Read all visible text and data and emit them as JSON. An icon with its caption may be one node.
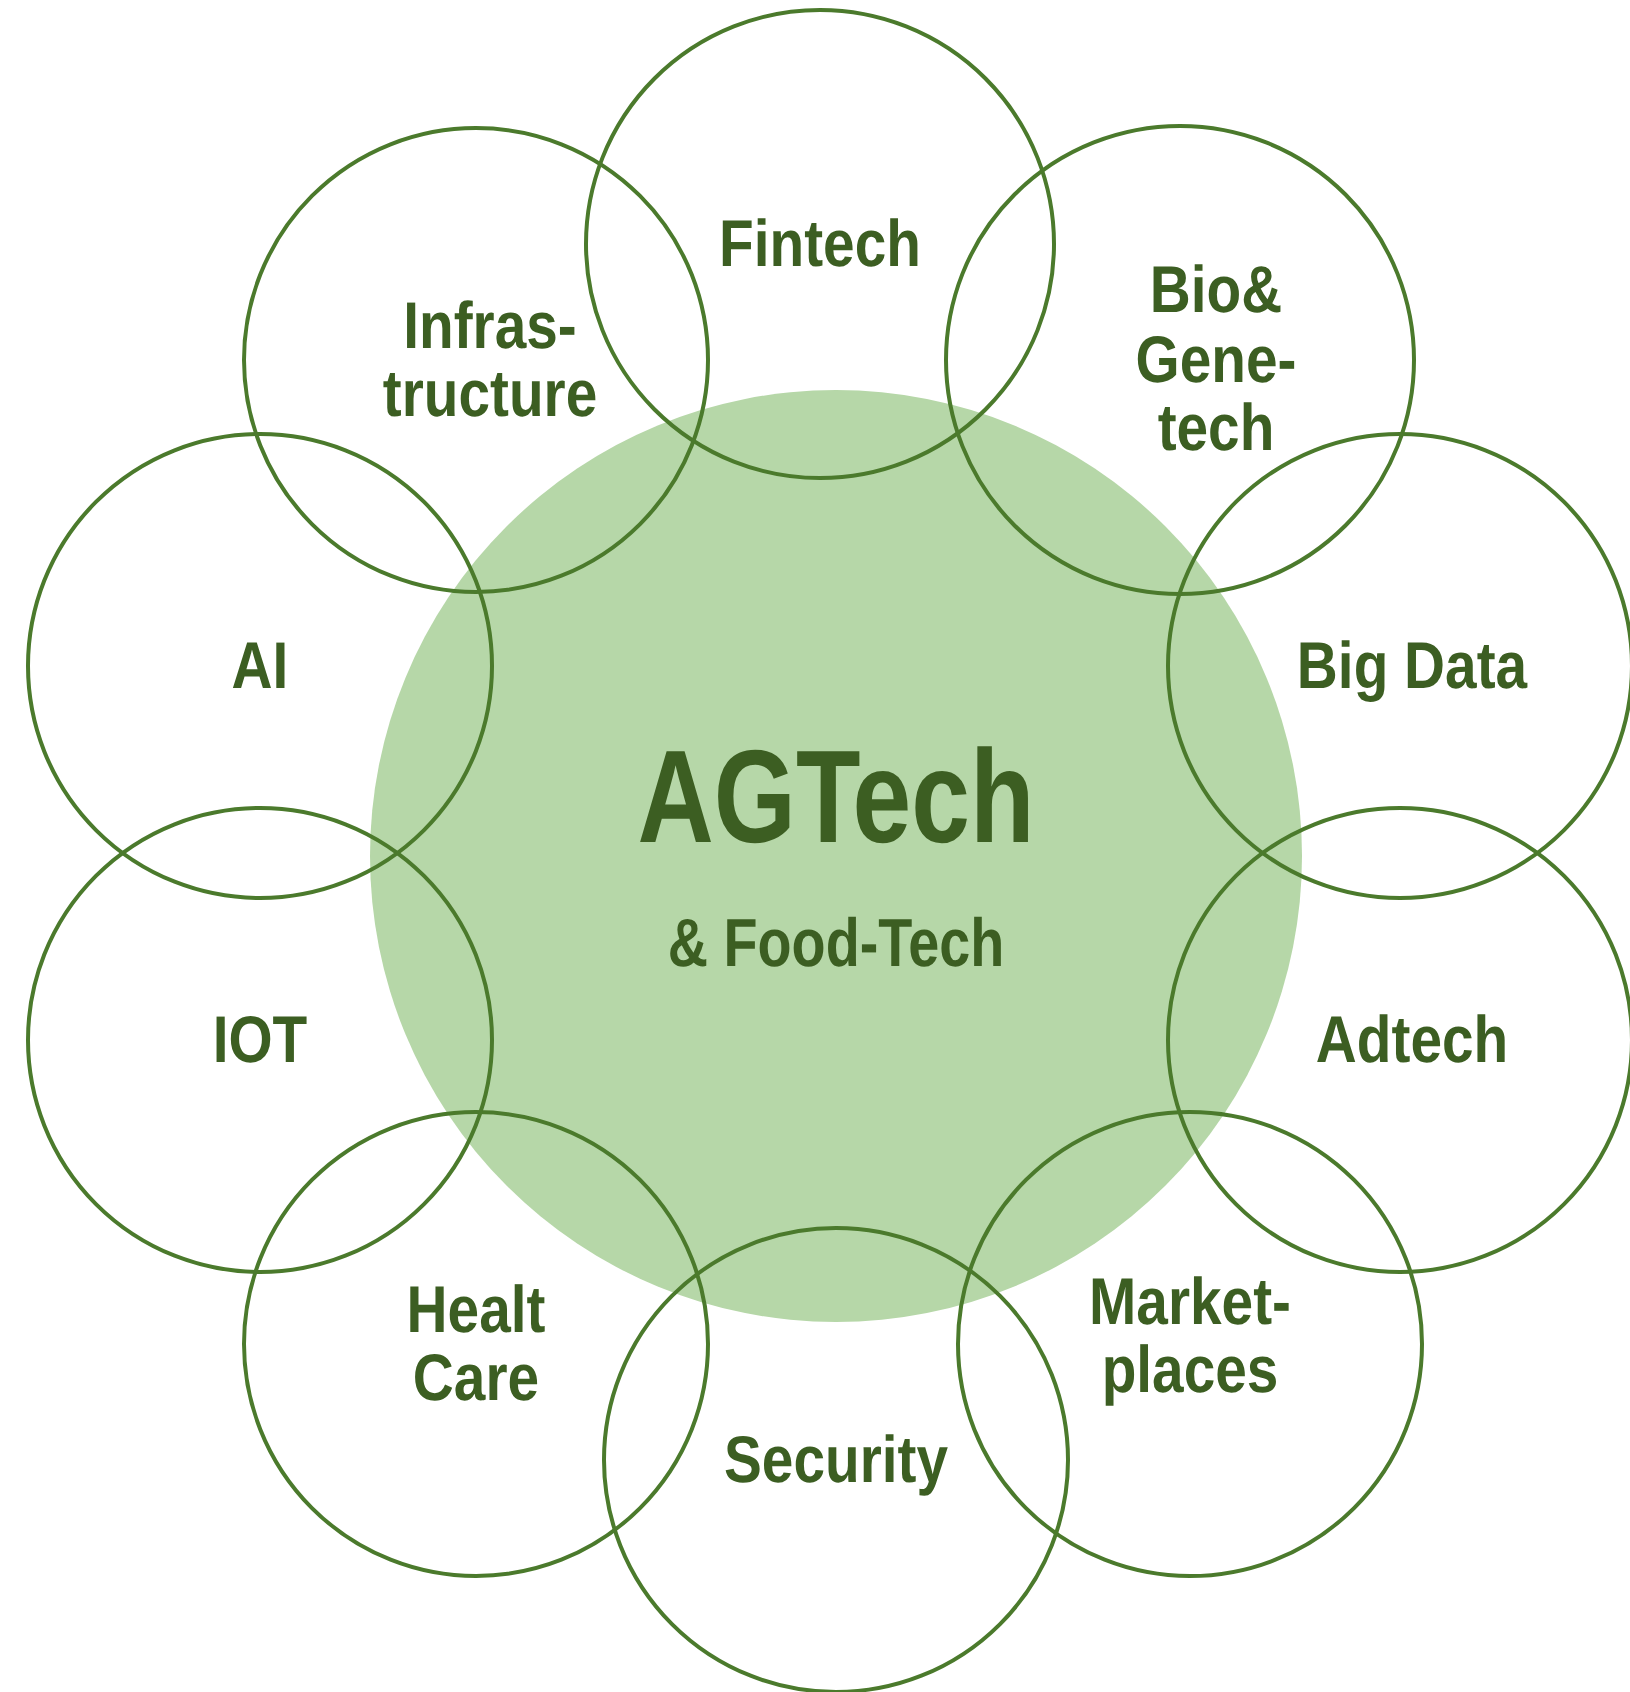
{
  "diagram": {
    "nodes": [
      {
        "text": [
          "AGTech",
          "& Food-Tech"
        ]
      },
      {
        "text": [
          "Fintech"
        ]
      },
      {
        "text": [
          "Bio& Gene-tech"
        ]
      },
      {
        "text": [
          "Big Data"
        ]
      },
      {
        "text": [
          "Adtech"
        ]
      },
      {
        "text": [
          "Market- places"
        ]
      },
      {
        "text": [
          "Security"
        ]
      },
      {
        "text": [
          "Healt Care"
        ]
      },
      {
        "text": [
          "IOT"
        ]
      },
      {
        "text": [
          "AI"
        ]
      },
      {
        "text": [
          "Infras- tructure"
        ]
      }
    ]
  }
}
